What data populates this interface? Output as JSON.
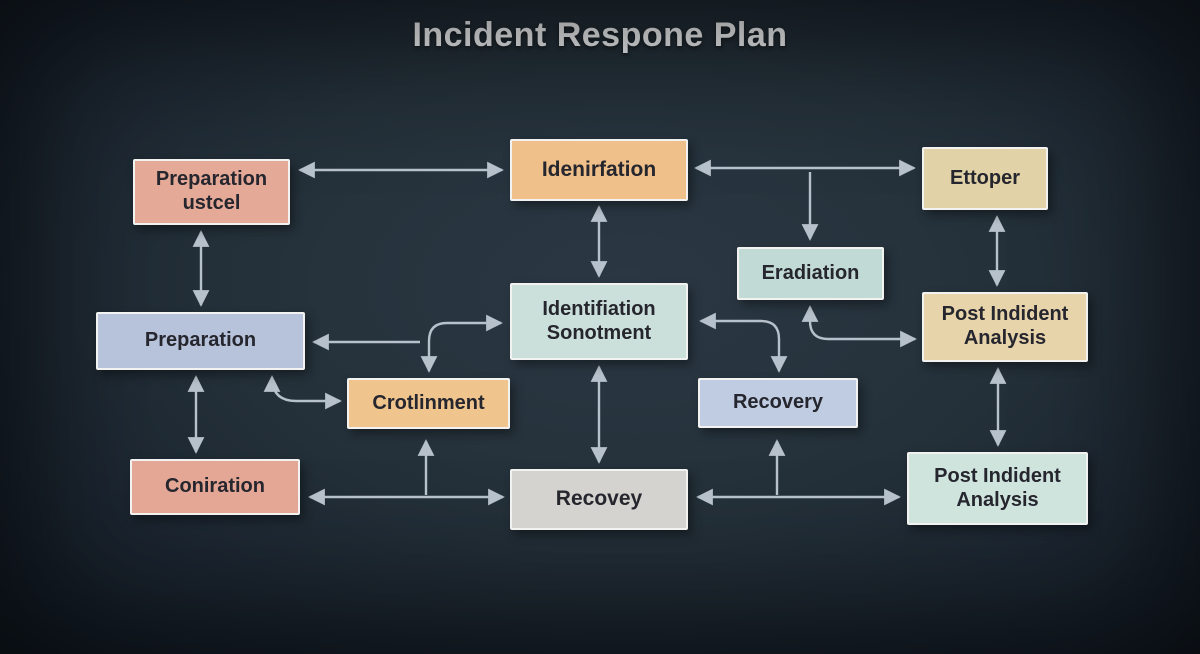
{
  "title": "Incident Respone Plan",
  "colors": {
    "background_center": "#2b3844",
    "background_edge": "#121b25",
    "arrow": "#b7c1cb",
    "node_border": "#f2f3f1",
    "node_text": "#26262e",
    "title_text": "#f3f5f7"
  },
  "nodes": [
    {
      "id": "preparation-ustcel",
      "label": "Preparation ustcel",
      "color": "#e5a997"
    },
    {
      "id": "idenirfation",
      "label": "Idenirfation",
      "color": "#efc089"
    },
    {
      "id": "ettoper",
      "label": "Ettoper",
      "color": "#e2d2a7"
    },
    {
      "id": "eradiation",
      "label": "Eradiation",
      "color": "#c2dad5"
    },
    {
      "id": "preparation",
      "label": "Preparation",
      "color": "#b7c3da"
    },
    {
      "id": "identifiation-sonotment",
      "label": "Identifiation Sonotment",
      "color": "#cbe0da"
    },
    {
      "id": "post-indident-analysis-1",
      "label": "Post Indident Analysis",
      "color": "#e8d4ab"
    },
    {
      "id": "crotlinment",
      "label": "Crotlinment",
      "color": "#efc48d"
    },
    {
      "id": "recovery",
      "label": "Recovery",
      "color": "#bfcce2"
    },
    {
      "id": "coniration",
      "label": "Coniration",
      "color": "#e5a795"
    },
    {
      "id": "recovey",
      "label": "Recovey",
      "color": "#d4d3cf"
    },
    {
      "id": "post-indident-analysis-2",
      "label": "Post Indident Analysis",
      "color": "#d0e4de"
    }
  ],
  "edges": [
    {
      "from": "preparation-ustcel",
      "to": "idenirfation",
      "style": "double-arrow-horizontal"
    },
    {
      "from": "idenirfation",
      "to": "ettoper",
      "style": "double-arrow-horizontal"
    },
    {
      "from": "idenirfation-ettoper-line",
      "to": "eradiation",
      "style": "branch-arrow-down"
    },
    {
      "from": "idenirfation",
      "to": "identifiation-sonotment",
      "style": "double-arrow-vertical"
    },
    {
      "from": "preparation-ustcel",
      "to": "preparation",
      "style": "double-arrow-vertical"
    },
    {
      "from": "identifiation-sonotment",
      "to": "preparation",
      "style": "arrow-left"
    },
    {
      "from": "crotlinment",
      "to": "identifiation-sonotment",
      "style": "double-arrow-elbow"
    },
    {
      "from": "preparation",
      "to": "crotlinment",
      "style": "double-arrow-elbow"
    },
    {
      "from": "preparation",
      "to": "coniration",
      "style": "double-arrow-vertical"
    },
    {
      "from": "identifiation-sonotment",
      "to": "recovery",
      "style": "double-arrow-elbow"
    },
    {
      "from": "eradiation",
      "to": "post-indident-analysis-1",
      "style": "double-arrow-elbow"
    },
    {
      "from": "ettoper",
      "to": "post-indident-analysis-1",
      "style": "double-arrow-vertical"
    },
    {
      "from": "post-indident-analysis-1",
      "to": "post-indident-analysis-2",
      "style": "double-arrow-vertical"
    },
    {
      "from": "identifiation-sonotment",
      "to": "recovey",
      "style": "double-arrow-vertical"
    },
    {
      "from": "coniration",
      "to": "recovey",
      "style": "double-arrow-horizontal"
    },
    {
      "from": "coniration-recovey-line",
      "to": "crotlinment",
      "style": "branch-arrow-up"
    },
    {
      "from": "recovey",
      "to": "post-indident-analysis-2",
      "style": "double-arrow-horizontal"
    },
    {
      "from": "recovey-post-line",
      "to": "recovery",
      "style": "branch-arrow-up"
    }
  ]
}
